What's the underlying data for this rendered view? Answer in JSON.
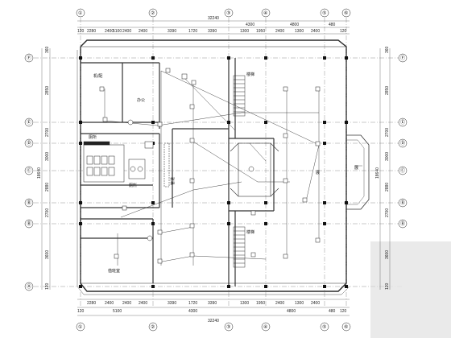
{
  "drawing": {
    "colors": {
      "line": "#2a2a2a",
      "wall": "#555555",
      "wire": "#333333",
      "wash": "#d8d8d8"
    },
    "col_bubbles": [
      "①",
      "②",
      "③",
      "④",
      "⑤",
      "⑥"
    ],
    "row_bubbles": [
      "Ⓕ",
      "Ⓔ",
      "Ⓓ",
      "Ⓒ",
      "Ⓑ",
      "Ⓐ"
    ],
    "overall_dim_top": "32240",
    "overall_dim_bottom": "32240",
    "top_dims_row1": [
      "120",
      "5100",
      "4300",
      "4800",
      "480",
      "120"
    ],
    "top_dims_row2": [
      "2280",
      "2400",
      "2400",
      "2400",
      "3390",
      "1720",
      "3390",
      "1300",
      "1950",
      "2400",
      "1300",
      "2400"
    ],
    "bottom_dims_row1": [
      "2280",
      "2400",
      "2400",
      "2400",
      "3390",
      "1720",
      "3390",
      "1300",
      "1950",
      "2400",
      "1300",
      "2400"
    ],
    "bottom_dims_row2": [
      "120",
      "5100",
      "4300",
      "4800",
      "480",
      "120"
    ],
    "left_dims": [
      "360",
      "2850",
      "2700",
      "3000",
      "2880",
      "2700",
      "3600",
      "120"
    ],
    "left_total": "18640",
    "right_dims": [
      "360",
      "2850",
      "2700",
      "3000",
      "2880",
      "2700",
      "3600",
      "120"
    ],
    "right_total": "18640",
    "room_labels": [
      "机/配",
      "办公",
      "值班室",
      "楼梯",
      "楼梯",
      "厕所",
      "厕所",
      "展",
      "展",
      "管道"
    ]
  }
}
